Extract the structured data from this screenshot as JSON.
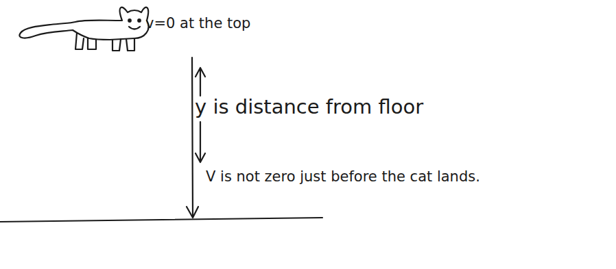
{
  "diagram": {
    "labels": [
      "v=0 at the top",
      "y is distance from floor",
      "V is not zero just before the cat lands."
    ]
  }
}
